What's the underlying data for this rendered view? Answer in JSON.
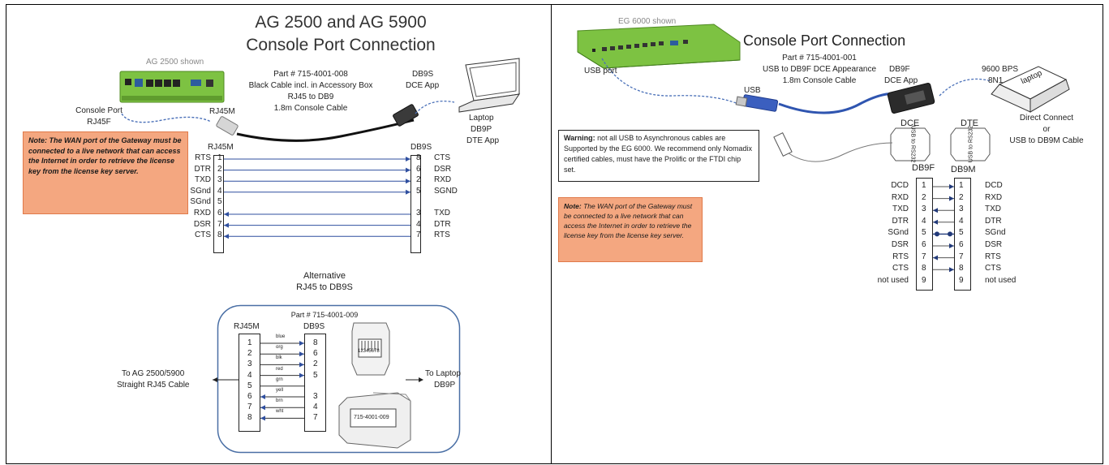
{
  "left": {
    "title_line1": "AG 2500 and AG 5900",
    "title_line2": "Console Port Connection",
    "device_caption": "AG 2500 shown",
    "part_number": "Part # 715-4001-008",
    "cable_line1": "Black Cable incl. in Accessory Box",
    "cable_line2": "RJ45 to DB9",
    "cable_line3": "1.8m Console Cable",
    "db9s_label": "DB9S",
    "dce_app": "DCE App",
    "laptop_label": "Laptop",
    "laptop_db9p": "DB9P",
    "dte_app": "DTE App",
    "console_port": "Console Port",
    "rj45f": "RJ45F",
    "rj45m": "RJ45M",
    "note_prefix": "Note:",
    "note_text": "The WAN port of the Gateway must be connected to a live network that can access the Internet in order to retrieve the license key from the license key server.",
    "pin_header_left": "RJ45M",
    "pin_header_right": "DB9S",
    "left_signals": [
      "RTS",
      "DTR",
      "TXD",
      "SGnd",
      "SGnd",
      "RXD",
      "DSR",
      "CTS"
    ],
    "left_pins": [
      "1",
      "2",
      "3",
      "4",
      "5",
      "6",
      "7",
      "8"
    ],
    "right_pins": [
      "8",
      "6",
      "2",
      "5",
      "",
      "3",
      "4",
      "7"
    ],
    "right_signals": [
      "CTS",
      "DSR",
      "RXD",
      "SGND",
      "",
      "TXD",
      "DTR",
      "RTS"
    ],
    "alt_line1": "Alternative",
    "alt_line2": "RJ45 to DB9S",
    "alt_part": "Part # 715-4001-009",
    "alt_header_left": "RJ45M",
    "alt_header_right": "DB9S",
    "alt_left_pins": [
      "1",
      "2",
      "3",
      "4",
      "5",
      "6",
      "7",
      "8"
    ],
    "alt_colors": [
      "blue",
      "org",
      "blk",
      "red",
      "grn",
      "yell",
      "brn",
      "wht"
    ],
    "alt_right_pins": [
      "8",
      "6",
      "2",
      "5",
      "",
      "3",
      "4",
      "7"
    ],
    "to_ag_line1": "To AG 2500/5900",
    "to_ag_line2": "Straight RJ45 Cable",
    "to_laptop_line1": "To Laptop",
    "to_laptop_line2": "DB9P",
    "rj45_pin_text": "12345678",
    "adapter_label": "715-4001-009"
  },
  "right": {
    "device_caption": "EG 6000 shown",
    "title": "Console Port Connection",
    "part_number": "Part # 715-4001-001",
    "usb_line1": "USB to DB9F DCE Appearance",
    "usb_line2": "1.8m Console Cable",
    "usb_port": "USB port",
    "usb_label": "USB",
    "db9f_label": "DB9F",
    "dce_app": "DCE App",
    "bps": "9600 BPS",
    "n81": "8N1",
    "laptop_text": "laptop",
    "direct_connect": "Direct Connect",
    "or": "or",
    "usb_db9m": "USB to DB9M Cable",
    "warn_bold": "Warning:",
    "warn_text": " not all USB to Asynchronous cables are Supported by the EG 6000. We recommend only Nomadix certified cables, must have the Prolific or the FTDI chip set.",
    "dce": "DCE",
    "dte": "DTE",
    "usb_rs232": "USB to RS232",
    "note_prefix": "Note:",
    "note_text": "The WAN port of the Gateway must be connected to a live network that can access the Internet in order to retrieve the license key from the license key server.",
    "header_db9f": "DB9F",
    "header_db9m": "DB9M",
    "left_signals": [
      "DCD",
      "RXD",
      "TXD",
      "DTR",
      "SGnd",
      "DSR",
      "RTS",
      "CTS",
      "not used"
    ],
    "left_pins": [
      "1",
      "2",
      "3",
      "4",
      "5",
      "6",
      "7",
      "8",
      "9"
    ],
    "right_pins": [
      "1",
      "2",
      "3",
      "4",
      "5",
      "6",
      "7",
      "8",
      "9"
    ],
    "right_signals": [
      "DCD",
      "RXD",
      "TXD",
      "DTR",
      "SGnd",
      "DSR",
      "RTS",
      "CTS",
      "not used"
    ]
  },
  "colors": {
    "device_green": "#7dc242",
    "arrow_blue": "#2f4f9f",
    "note_orange": "#f4a780",
    "dashed_blue": "#4a70b8",
    "rounded_frame": "#4a6fa5"
  }
}
